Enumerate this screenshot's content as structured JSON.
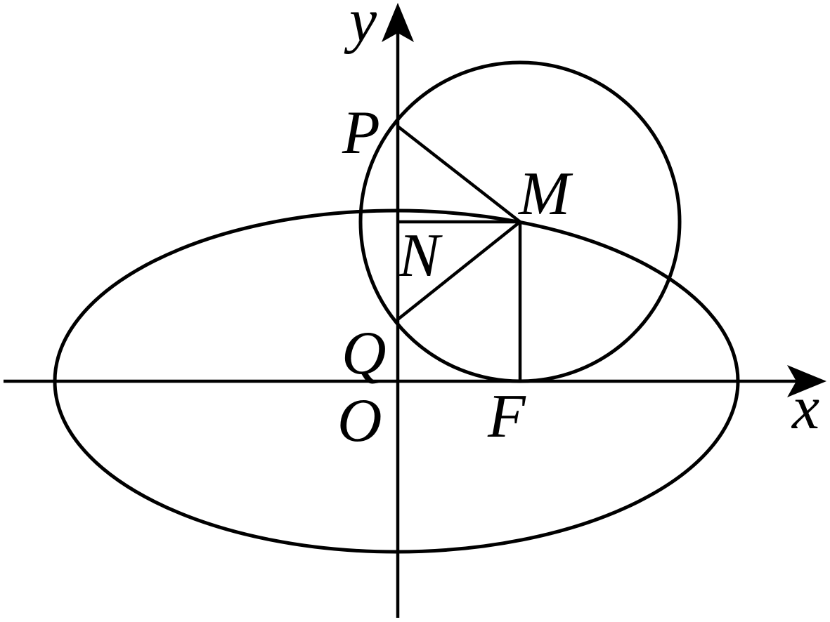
{
  "labels": {
    "axis_x": "x",
    "axis_y": "y",
    "origin": "O",
    "point_P": "P",
    "point_M": "M",
    "point_N": "N",
    "point_Q": "Q",
    "point_F": "F"
  },
  "colors": {
    "stroke": "#000000",
    "background": "#ffffff"
  }
}
